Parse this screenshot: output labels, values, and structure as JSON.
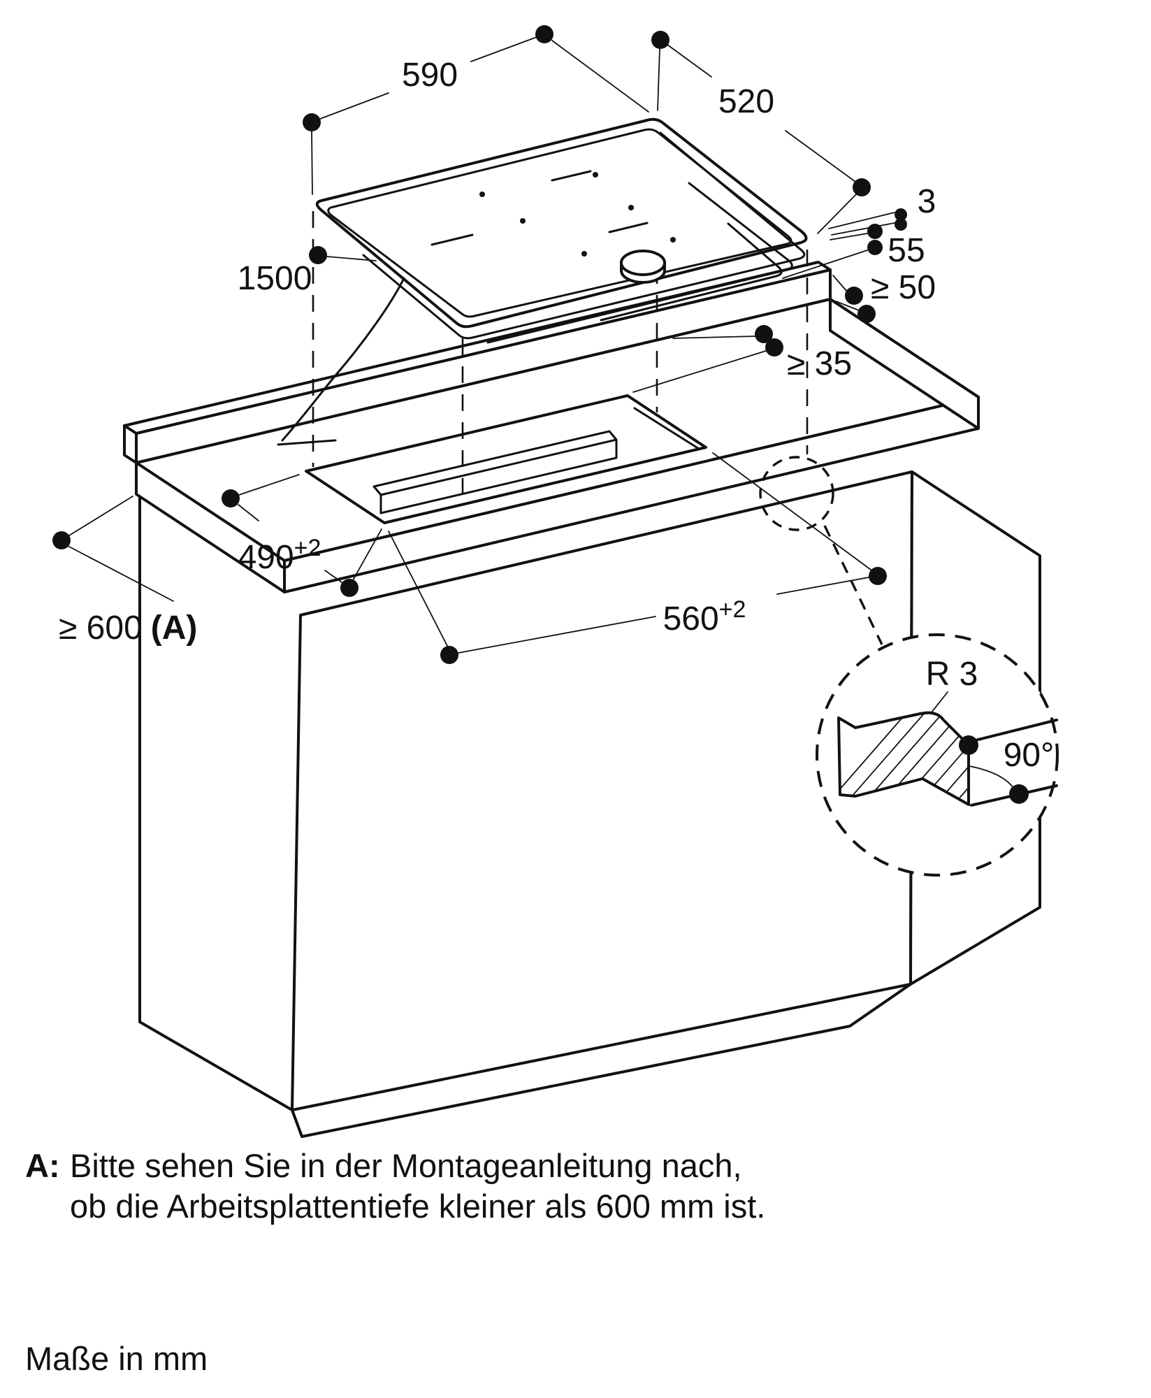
{
  "colors": {
    "ink": "#111111",
    "background": "#ffffff"
  },
  "dims": {
    "width": "590",
    "depth": "520",
    "glass": "3",
    "height": "55",
    "cable": "1500",
    "wall": "≥ 50",
    "rear": "≥ 35",
    "cutout_depth": "490",
    "cutout_depth_tol": "+2",
    "cutout_width": "560",
    "cutout_width_tol": "+2",
    "worktop_depth": "≥ 600",
    "worktop_ref": "(A)",
    "radius": "R 3",
    "angle": "90°"
  },
  "notes": {
    "ref": "A:",
    "line1": "Bitte sehen Sie in der Montageanleitung nach,",
    "line2": "ob die Arbeitsplattentiefe kleiner als 600 mm ist.",
    "units": "Maße in mm"
  }
}
